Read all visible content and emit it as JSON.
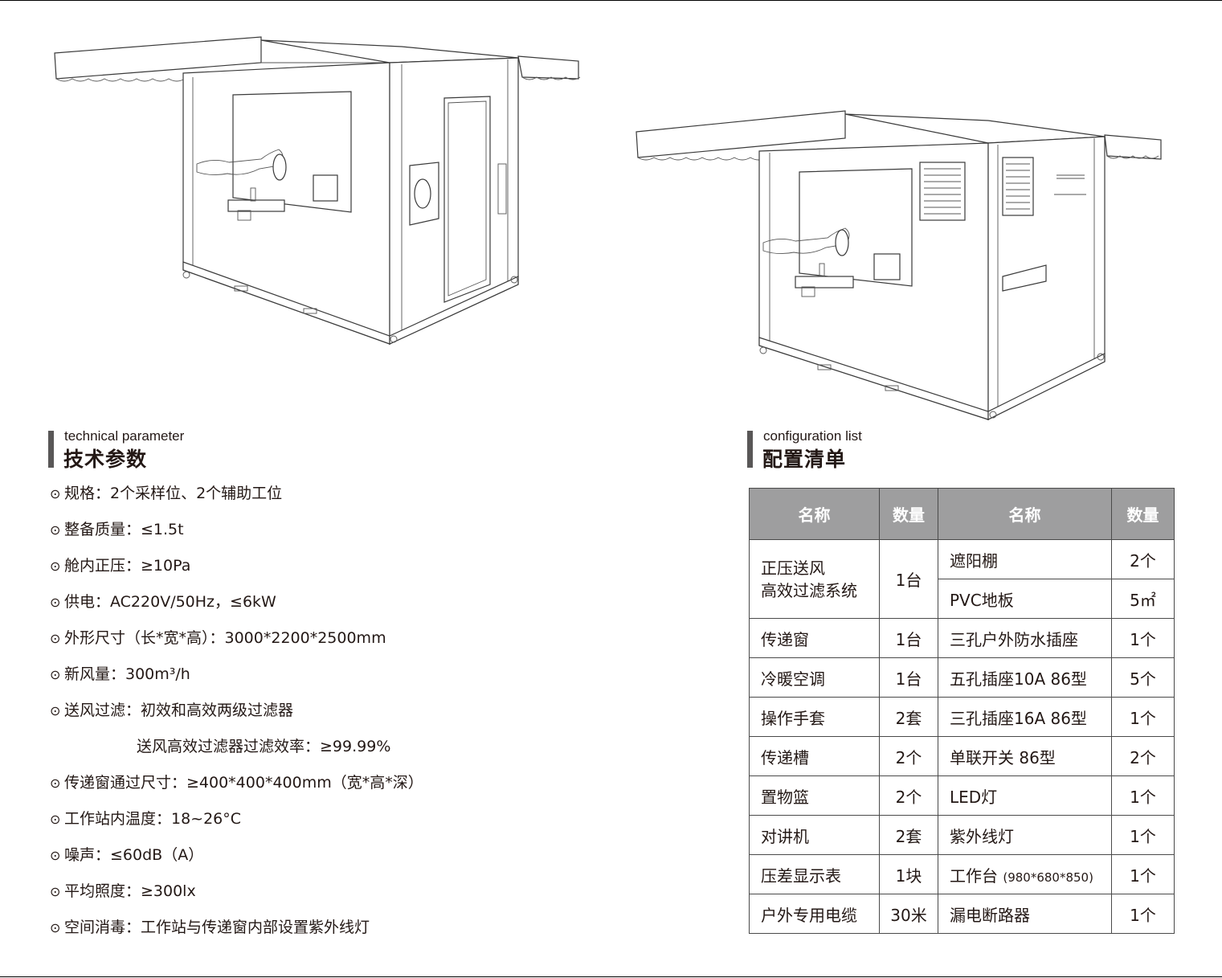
{
  "technical": {
    "section_en": "technical parameter",
    "section_cn": "技术参数",
    "bullet_symbol": "⊙",
    "items": [
      "规格：2个采样位、2个辅助工位",
      "整备质量：≤1.5t",
      "舱内正压：≥10Pa",
      "供电：AC220V/50Hz，≤6kW",
      "外形尺寸（长*宽*高）：3000*2200*2500mm",
      "新风量：300m³/h",
      "送风过滤：初效和高效两级过滤器",
      "送风高效过滤器过滤效率：≥99.99%",
      "传递窗通过尺寸：≥400*400*400mm（宽*高*深）",
      "工作站内温度：18~26°C",
      "噪声：≤60dB（A）",
      "平均照度：≥300lx",
      "空间消毒：工作站与传递窗内部设置紫外线灯"
    ]
  },
  "configuration": {
    "section_en": "configuration list",
    "section_cn": "配置清单",
    "headers": [
      "名称",
      "数量",
      "名称",
      "数量"
    ],
    "left_rows": [
      {
        "name": "正压送风\n高效过滤系统",
        "qty": "1台"
      },
      {
        "name": "传递窗",
        "qty": "1台"
      },
      {
        "name": "冷暖空调",
        "qty": "1台"
      },
      {
        "name": "操作手套",
        "qty": "2套"
      },
      {
        "name": "传递槽",
        "qty": "2个"
      },
      {
        "name": "置物篮",
        "qty": "2个"
      },
      {
        "name": "对讲机",
        "qty": "2套"
      },
      {
        "name": "压差显示表",
        "qty": "1块"
      },
      {
        "name": "户外专用电缆",
        "qty": "30米"
      }
    ],
    "right_rows": [
      {
        "name": "遮阳棚",
        "qty": "2个"
      },
      {
        "name": "PVC地板",
        "qty": "5㎡"
      },
      {
        "name": "三孔户外防水插座",
        "qty": "1个"
      },
      {
        "name": "五孔插座10A 86型",
        "qty": "5个"
      },
      {
        "name": "三孔插座16A 86型",
        "qty": "1个"
      },
      {
        "name": "单联开关 86型",
        "qty": "2个"
      },
      {
        "name": "LED灯",
        "qty": "1个"
      },
      {
        "name": "紫外线灯",
        "qty": "1个"
      },
      {
        "name": "工作台",
        "note": "(980*680*850)",
        "qty": "1个"
      },
      {
        "name": "漏电断路器",
        "qty": "1个"
      }
    ]
  },
  "illustrations": {
    "front_view_icon": "sampling-booth-front-illustration",
    "rear_view_icon": "sampling-booth-side-illustration"
  }
}
